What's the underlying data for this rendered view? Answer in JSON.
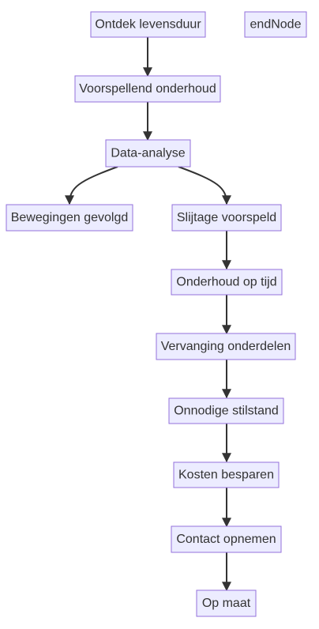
{
  "diagram": {
    "nodes": {
      "ontdek": "Ontdek levensduur",
      "endnode": "endNode",
      "voorspellend": "Voorspellend onderhoud",
      "data_analyse": "Data-analyse",
      "bewegingen": "Bewegingen gevolgd",
      "slijtage": "Slijtage voorspeld",
      "onderhoud_tijd": "Onderhoud op tijd",
      "vervanging": "Vervanging onderdelen",
      "stilstand": "Onnodige stilstand",
      "kosten": "Kosten besparen",
      "contact": "Contact opnemen",
      "op_maat": "Op maat"
    },
    "edges": [
      {
        "from": "ontdek",
        "to": "voorspellend"
      },
      {
        "from": "voorspellend",
        "to": "data_analyse"
      },
      {
        "from": "data_analyse",
        "to": "bewegingen"
      },
      {
        "from": "data_analyse",
        "to": "slijtage"
      },
      {
        "from": "slijtage",
        "to": "onderhoud_tijd"
      },
      {
        "from": "onderhoud_tijd",
        "to": "vervanging"
      },
      {
        "from": "vervanging",
        "to": "stilstand"
      },
      {
        "from": "stilstand",
        "to": "kosten"
      },
      {
        "from": "kosten",
        "to": "contact"
      },
      {
        "from": "contact",
        "to": "op_maat"
      }
    ],
    "colors": {
      "node_fill": "#ececff",
      "node_stroke": "#9370db",
      "edge": "#333333",
      "text": "#333333"
    }
  }
}
